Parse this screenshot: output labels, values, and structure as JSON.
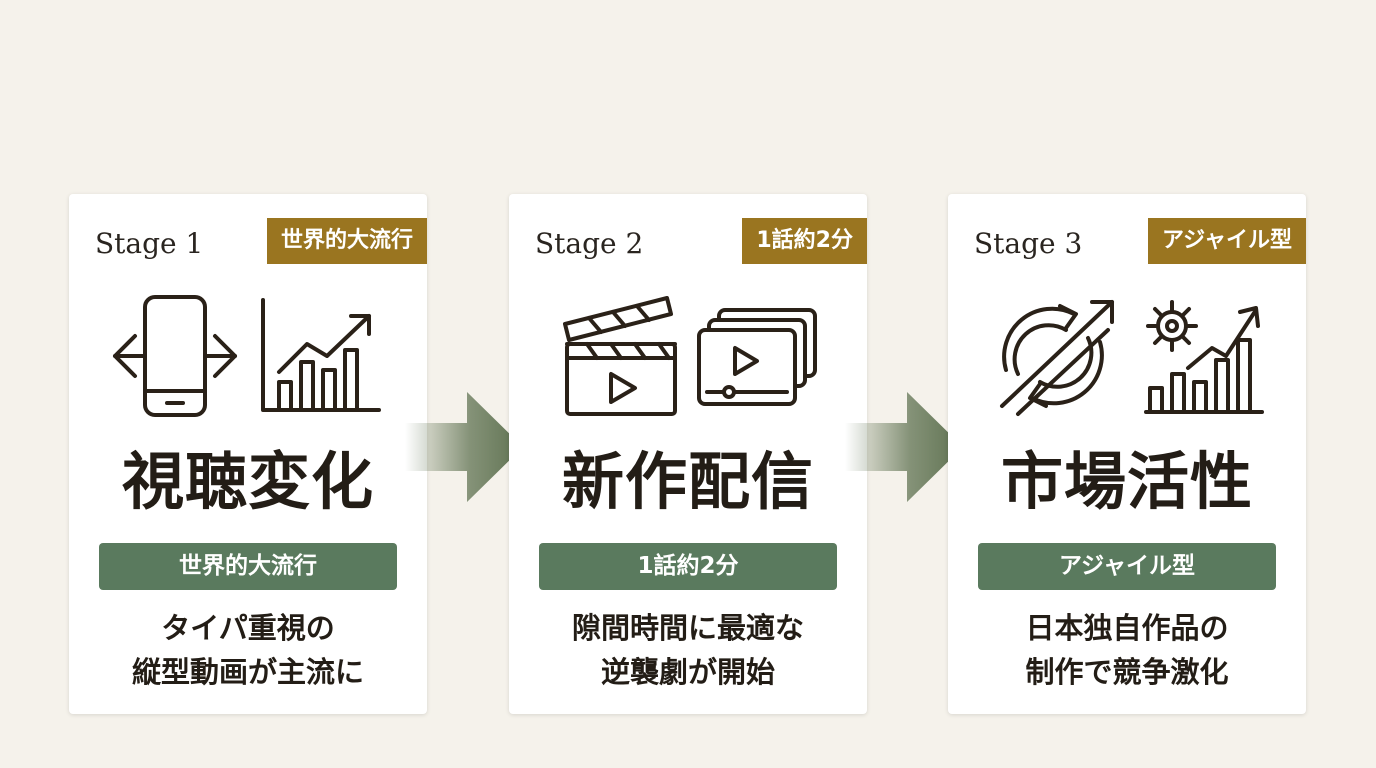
{
  "stages": [
    {
      "stage": "Stage 1",
      "tag": "世界的大流行",
      "title": "視聴変化",
      "band": "世界的大流行",
      "desc_line1": "タイパ重視の",
      "desc_line2": "縦型動画が主流に",
      "icons": [
        "phone-swipe-icon",
        "growth-chart-icon"
      ]
    },
    {
      "stage": "Stage 2",
      "tag": "1話約2分",
      "title": "新作配信",
      "band": "1話約2分",
      "desc_line1": "隙間時間に最適な",
      "desc_line2": "逆襲劇が開始",
      "icons": [
        "clapperboard-icon",
        "video-stack-icon"
      ]
    },
    {
      "stage": "Stage 3",
      "tag": "アジャイル型",
      "title": "市場活性",
      "band": "アジャイル型",
      "desc_line1": "日本独自作品の",
      "desc_line2": "制作で競争激化",
      "icons": [
        "cycle-arrows-icon",
        "gear-chart-icon"
      ]
    }
  ],
  "colors": {
    "background": "#f5f2eb",
    "tag": "#9a7520",
    "band": "#5a7a5e",
    "arrow": "#5f7251",
    "text": "#231d16"
  }
}
